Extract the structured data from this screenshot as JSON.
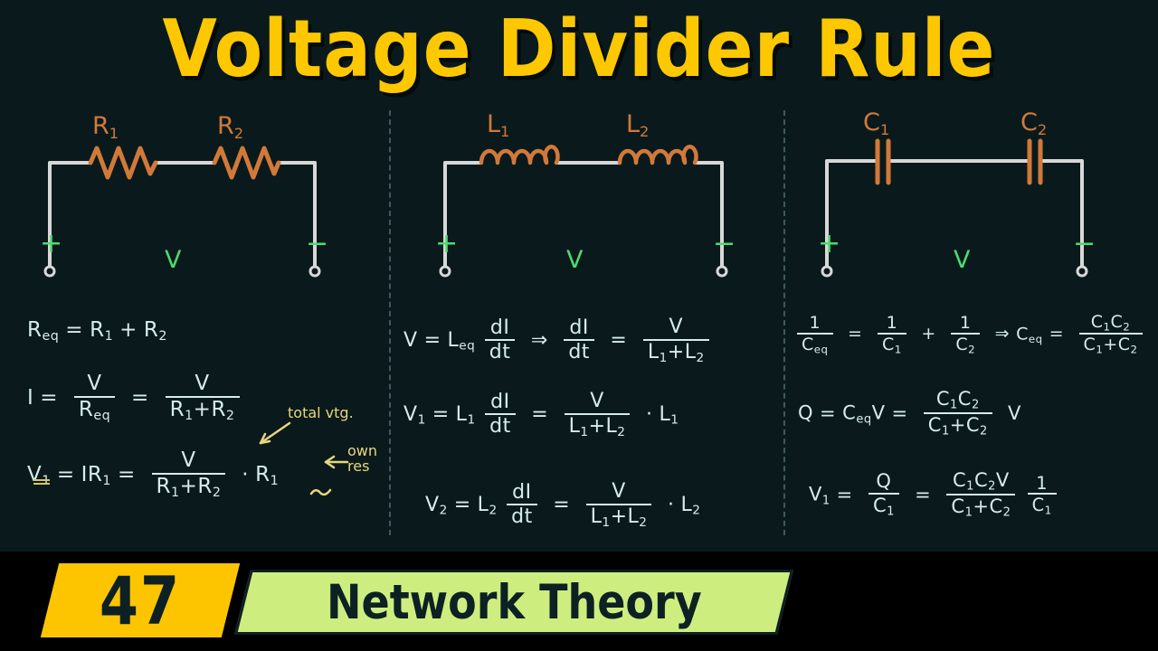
{
  "title": "Voltage Divider Rule",
  "colors": {
    "background": "#0a1a1c",
    "title": "#fdc800",
    "component": "#d2793a",
    "wire": "#d8d8d8",
    "terminal_label": "#4ddb6f",
    "equation": "#d6ecec",
    "annotation": "#e8d77a",
    "badge_number_bg": "#fdc500",
    "badge_name_bg": "#cdee7f",
    "badge_text": "#0d2024"
  },
  "panels": [
    {
      "id": "resistor-panel",
      "component_type": "resistor",
      "labels": {
        "component_1": "R",
        "component_1_sub": "1",
        "component_2": "R",
        "component_2_sub": "2",
        "plus": "+",
        "minus": "−",
        "source": "V"
      },
      "equations": [
        {
          "id": "req",
          "parts": [
            "R",
            "eq",
            " = ",
            "R",
            "1",
            " + ",
            "R",
            "2"
          ],
          "text": "Req = R1 + R2"
        },
        {
          "id": "current",
          "text": "I = V/Req = V/(R1+R2)"
        },
        {
          "id": "v1",
          "text": "V1 = IR1 = V/(R1+R2) · R1"
        }
      ],
      "annotations": [
        {
          "id": "total-voltage",
          "text": "total vtg."
        },
        {
          "id": "own-resistance",
          "line1": "own",
          "line2": "res"
        }
      ]
    },
    {
      "id": "inductor-panel",
      "component_type": "inductor",
      "labels": {
        "component_1": "L",
        "component_1_sub": "1",
        "component_2": "L",
        "component_2_sub": "2",
        "plus": "+",
        "minus": "−",
        "source": "V"
      },
      "equations": [
        {
          "id": "didt",
          "text": "V = Leq dI/dt ⇒ dI/dt = V/(L1+L2)"
        },
        {
          "id": "v1",
          "text": "V1 = L1 dI/dt = V/(L1+L2) · L1"
        },
        {
          "id": "v2",
          "text": "V2 = L2 dI/dt = V/(L1+L2) · L2"
        }
      ],
      "annotations": []
    },
    {
      "id": "capacitor-panel",
      "component_type": "capacitor",
      "labels": {
        "component_1": "C",
        "component_1_sub": "1",
        "component_2": "C",
        "component_2_sub": "2",
        "plus": "+",
        "minus": "−",
        "source": "V"
      },
      "equations": [
        {
          "id": "ceq",
          "text": "1/Ceq = 1/C1 + 1/C2 ⇒ Ceq = C1C2/(C1+C2)"
        },
        {
          "id": "charge",
          "text": "Q = Ceq V = C1C2/(C1+C2) · V"
        },
        {
          "id": "v1",
          "text": "V1 = Q/C1 = C1C2V/(C1+C2) · 1/C1"
        }
      ],
      "annotations": []
    }
  ],
  "symbols": {
    "eq": "=",
    "plus_op": "+",
    "implies": "⇒",
    "dot": "·",
    "sub_eq": "eq",
    "V": "V",
    "I": "I",
    "Q": "Q",
    "R": "R",
    "L": "L",
    "C": "C",
    "one": "1",
    "two": "2",
    "dI": "dI",
    "dt": "dt"
  },
  "footer": {
    "episode_number": "47",
    "series_name": "Network Theory"
  }
}
